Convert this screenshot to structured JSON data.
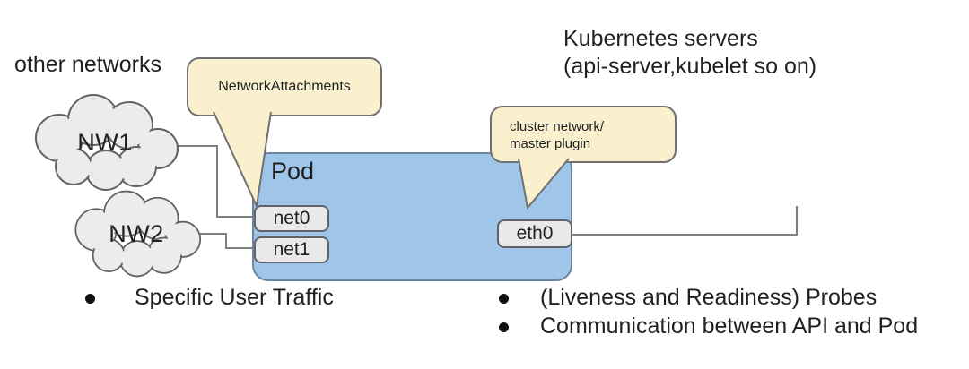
{
  "colors": {
    "pod_fill": "#9fc5e8",
    "pod_border": "#6a85a1",
    "callout_fill": "#faf0cd",
    "callout_border": "#707070",
    "cloud_fill": "#ececec",
    "cloud_border": "#5f6368",
    "iface_fill": "#e9e9e9",
    "iface_border": "#5f6368",
    "line": "#7f7f7f",
    "text": "#1f2023"
  },
  "labels": {
    "other_networks": "other networks",
    "k8s_line1": "Kubernetes servers",
    "k8s_line2": "(api-server,kubelet so on)"
  },
  "clouds": [
    {
      "label": "NW1"
    },
    {
      "label": "NW2"
    }
  ],
  "pod": {
    "label": "Pod",
    "interfaces": [
      {
        "label": "net0"
      },
      {
        "label": "net1"
      },
      {
        "label": "eth0"
      }
    ]
  },
  "callouts": [
    {
      "text": "NetworkAttachments"
    },
    {
      "line1": "cluster network/",
      "line2": "master plugin"
    }
  ],
  "bullets": {
    "left": [
      "Specific User Traffic"
    ],
    "right": [
      "(Liveness and Readiness) Probes",
      "Communication between API and Pod"
    ]
  }
}
